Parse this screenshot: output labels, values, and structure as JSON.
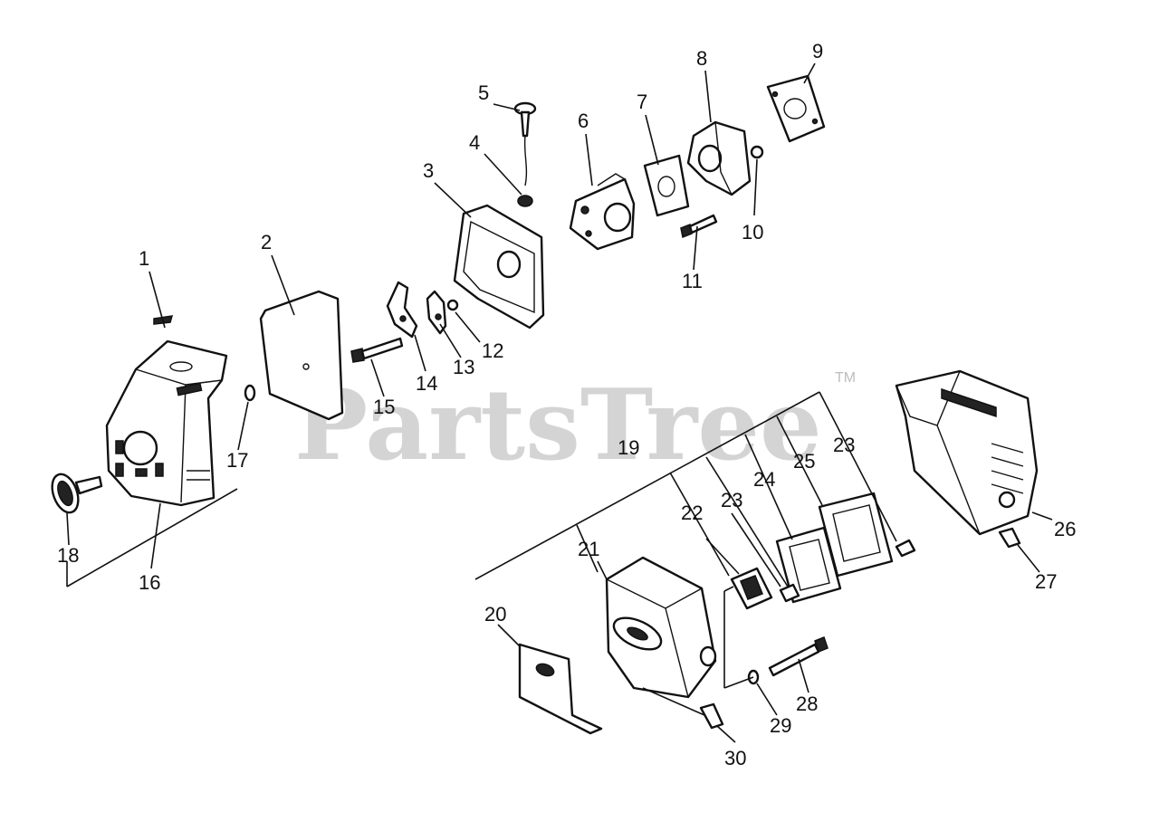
{
  "watermark": {
    "text": "PartsTree",
    "mark": "TM"
  },
  "part_labels": [
    {
      "id": "1",
      "text": "1"
    },
    {
      "id": "2",
      "text": "2"
    },
    {
      "id": "3",
      "text": "3"
    },
    {
      "id": "4",
      "text": "4"
    },
    {
      "id": "5",
      "text": "5"
    },
    {
      "id": "6",
      "text": "6"
    },
    {
      "id": "7",
      "text": "7"
    },
    {
      "id": "8",
      "text": "8"
    },
    {
      "id": "9",
      "text": "9"
    },
    {
      "id": "10",
      "text": "10"
    },
    {
      "id": "11",
      "text": "11"
    },
    {
      "id": "12",
      "text": "12"
    },
    {
      "id": "13",
      "text": "13"
    },
    {
      "id": "14",
      "text": "14"
    },
    {
      "id": "15",
      "text": "15"
    },
    {
      "id": "16",
      "text": "16"
    },
    {
      "id": "17",
      "text": "17"
    },
    {
      "id": "18",
      "text": "18"
    },
    {
      "id": "19",
      "text": "19"
    },
    {
      "id": "20",
      "text": "20"
    },
    {
      "id": "21",
      "text": "21"
    },
    {
      "id": "22",
      "text": "22"
    },
    {
      "id": "23a",
      "text": "23"
    },
    {
      "id": "23b",
      "text": "23"
    },
    {
      "id": "24",
      "text": "24"
    },
    {
      "id": "25",
      "text": "25"
    },
    {
      "id": "26",
      "text": "26"
    },
    {
      "id": "27",
      "text": "27"
    },
    {
      "id": "28",
      "text": "28"
    },
    {
      "id": "29",
      "text": "29"
    },
    {
      "id": "30",
      "text": "30"
    }
  ]
}
